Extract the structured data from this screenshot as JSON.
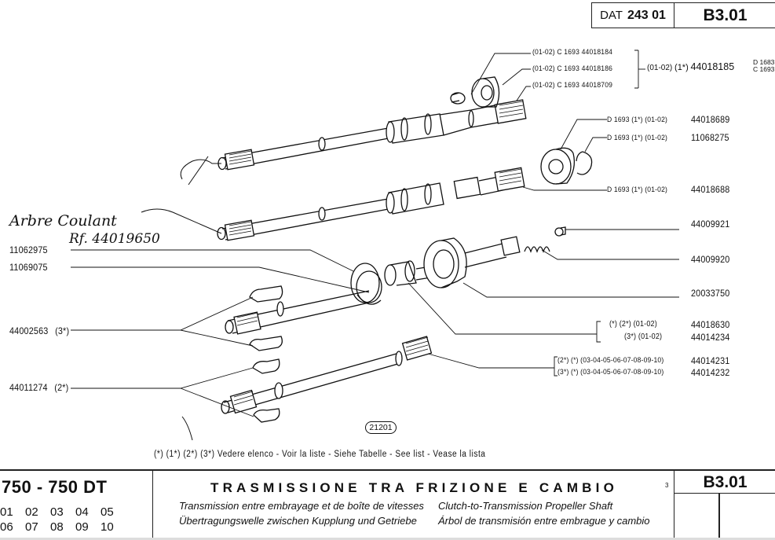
{
  "header": {
    "dat_label": "DAT",
    "dat_number": "243 01",
    "page_code": "B3.01"
  },
  "callouts_right": [
    {
      "text": "(01-02)  C 1693 44018184"
    },
    {
      "text": "(01-02)  C 1693 44018186"
    },
    {
      "text": "(01-02)  C 1693 44018709"
    }
  ],
  "callout_group_ref": {
    "applic": "(01-02)",
    "note": "(1*)",
    "part": "44018185",
    "code_top": "D 1683",
    "code_bottom": "C 1693"
  },
  "callouts_d1693": [
    {
      "ref": "D 1693  (1*)  (01-02)",
      "part": "44018689"
    },
    {
      "ref": "D 1693  (1*)  (01-02)",
      "part": "11068275"
    },
    {
      "ref": "D 1693  (1*)  (01-02)",
      "part": "44018688"
    }
  ],
  "parts_right": [
    {
      "part": "44009921"
    },
    {
      "part": "44009920"
    },
    {
      "part": "20033750"
    }
  ],
  "bracket_group_a": [
    {
      "ref": "(*) (2*) (01-02)",
      "part": "44018630"
    },
    {
      "ref": "(3*) (01-02)",
      "part": "44014234"
    }
  ],
  "bracket_group_b": [
    {
      "ref": "(2*) (*) (03-04-05-06-07-08-09-10)",
      "part": "44014231"
    },
    {
      "ref": "(3*) (*) (03-04-05-06-07-08-09-10)",
      "part": "44014232"
    }
  ],
  "parts_left": [
    {
      "part": "11062975"
    },
    {
      "part": "11069075"
    },
    {
      "part": "44002563",
      "note": "(3*)"
    },
    {
      "part": "44011274",
      "note": "(2*)"
    }
  ],
  "handwritten_note": {
    "line1": "Arbre Coulant",
    "line2": "Rf. 44019650"
  },
  "figure_number": "21201",
  "footnote": "(*) (1*) (2*) (3*) Vedere elenco -  Voir la liste  -  Siehe Tabelle  -  See list  -  Vease la lista",
  "footer": {
    "model": "750 - 750 DT",
    "versions_row1": [
      "01",
      "02",
      "03",
      "04",
      "05"
    ],
    "versions_row2": [
      "06",
      "07",
      "08",
      "09",
      "10"
    ],
    "title_it": "TRASMISSIONE TRA FRIZIONE E CAMBIO",
    "title_fr": "Transmission entre embrayage et de boîte de vitesses",
    "title_de": "Übertragungswelle zwischen Kupplung und Getriebe",
    "title_en": "Clutch-to-Transmission  Propeller  Shaft",
    "title_es": "Árbol de transmisión entre embrague y cambio",
    "page_small": "3",
    "page_code": "B3.01"
  }
}
